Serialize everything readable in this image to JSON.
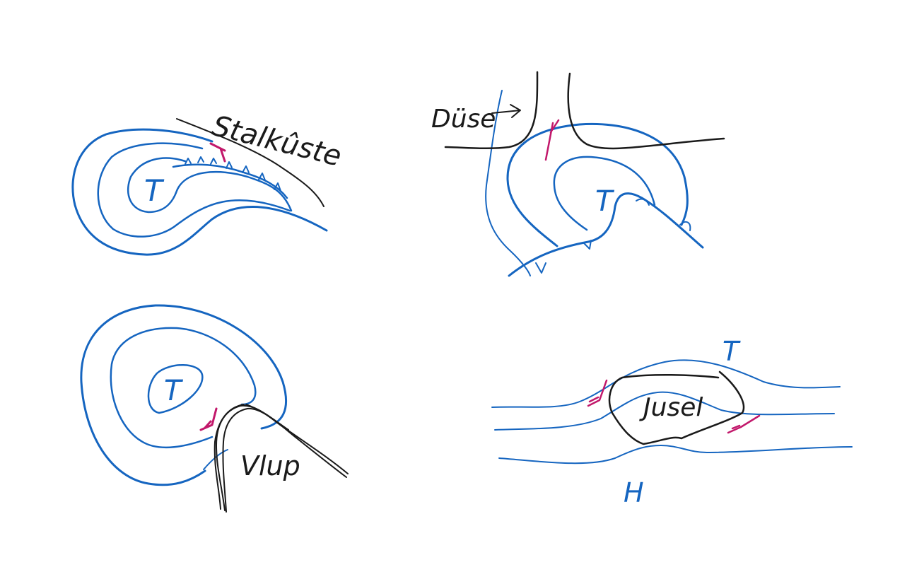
{
  "colors": {
    "isobar": "#1565c0",
    "coast": "#1a1a1a",
    "wind": "#c2186b",
    "background": "#ffffff"
  },
  "labels": {
    "panel1": {
      "low": "T",
      "coast": "Stalkûste"
    },
    "panel2": {
      "low": "T",
      "nozzle": "Düse"
    },
    "panel3": {
      "low": "T",
      "cape": "Vlup"
    },
    "panel4": {
      "low": "T",
      "island": "Jusel",
      "high": "H"
    }
  }
}
